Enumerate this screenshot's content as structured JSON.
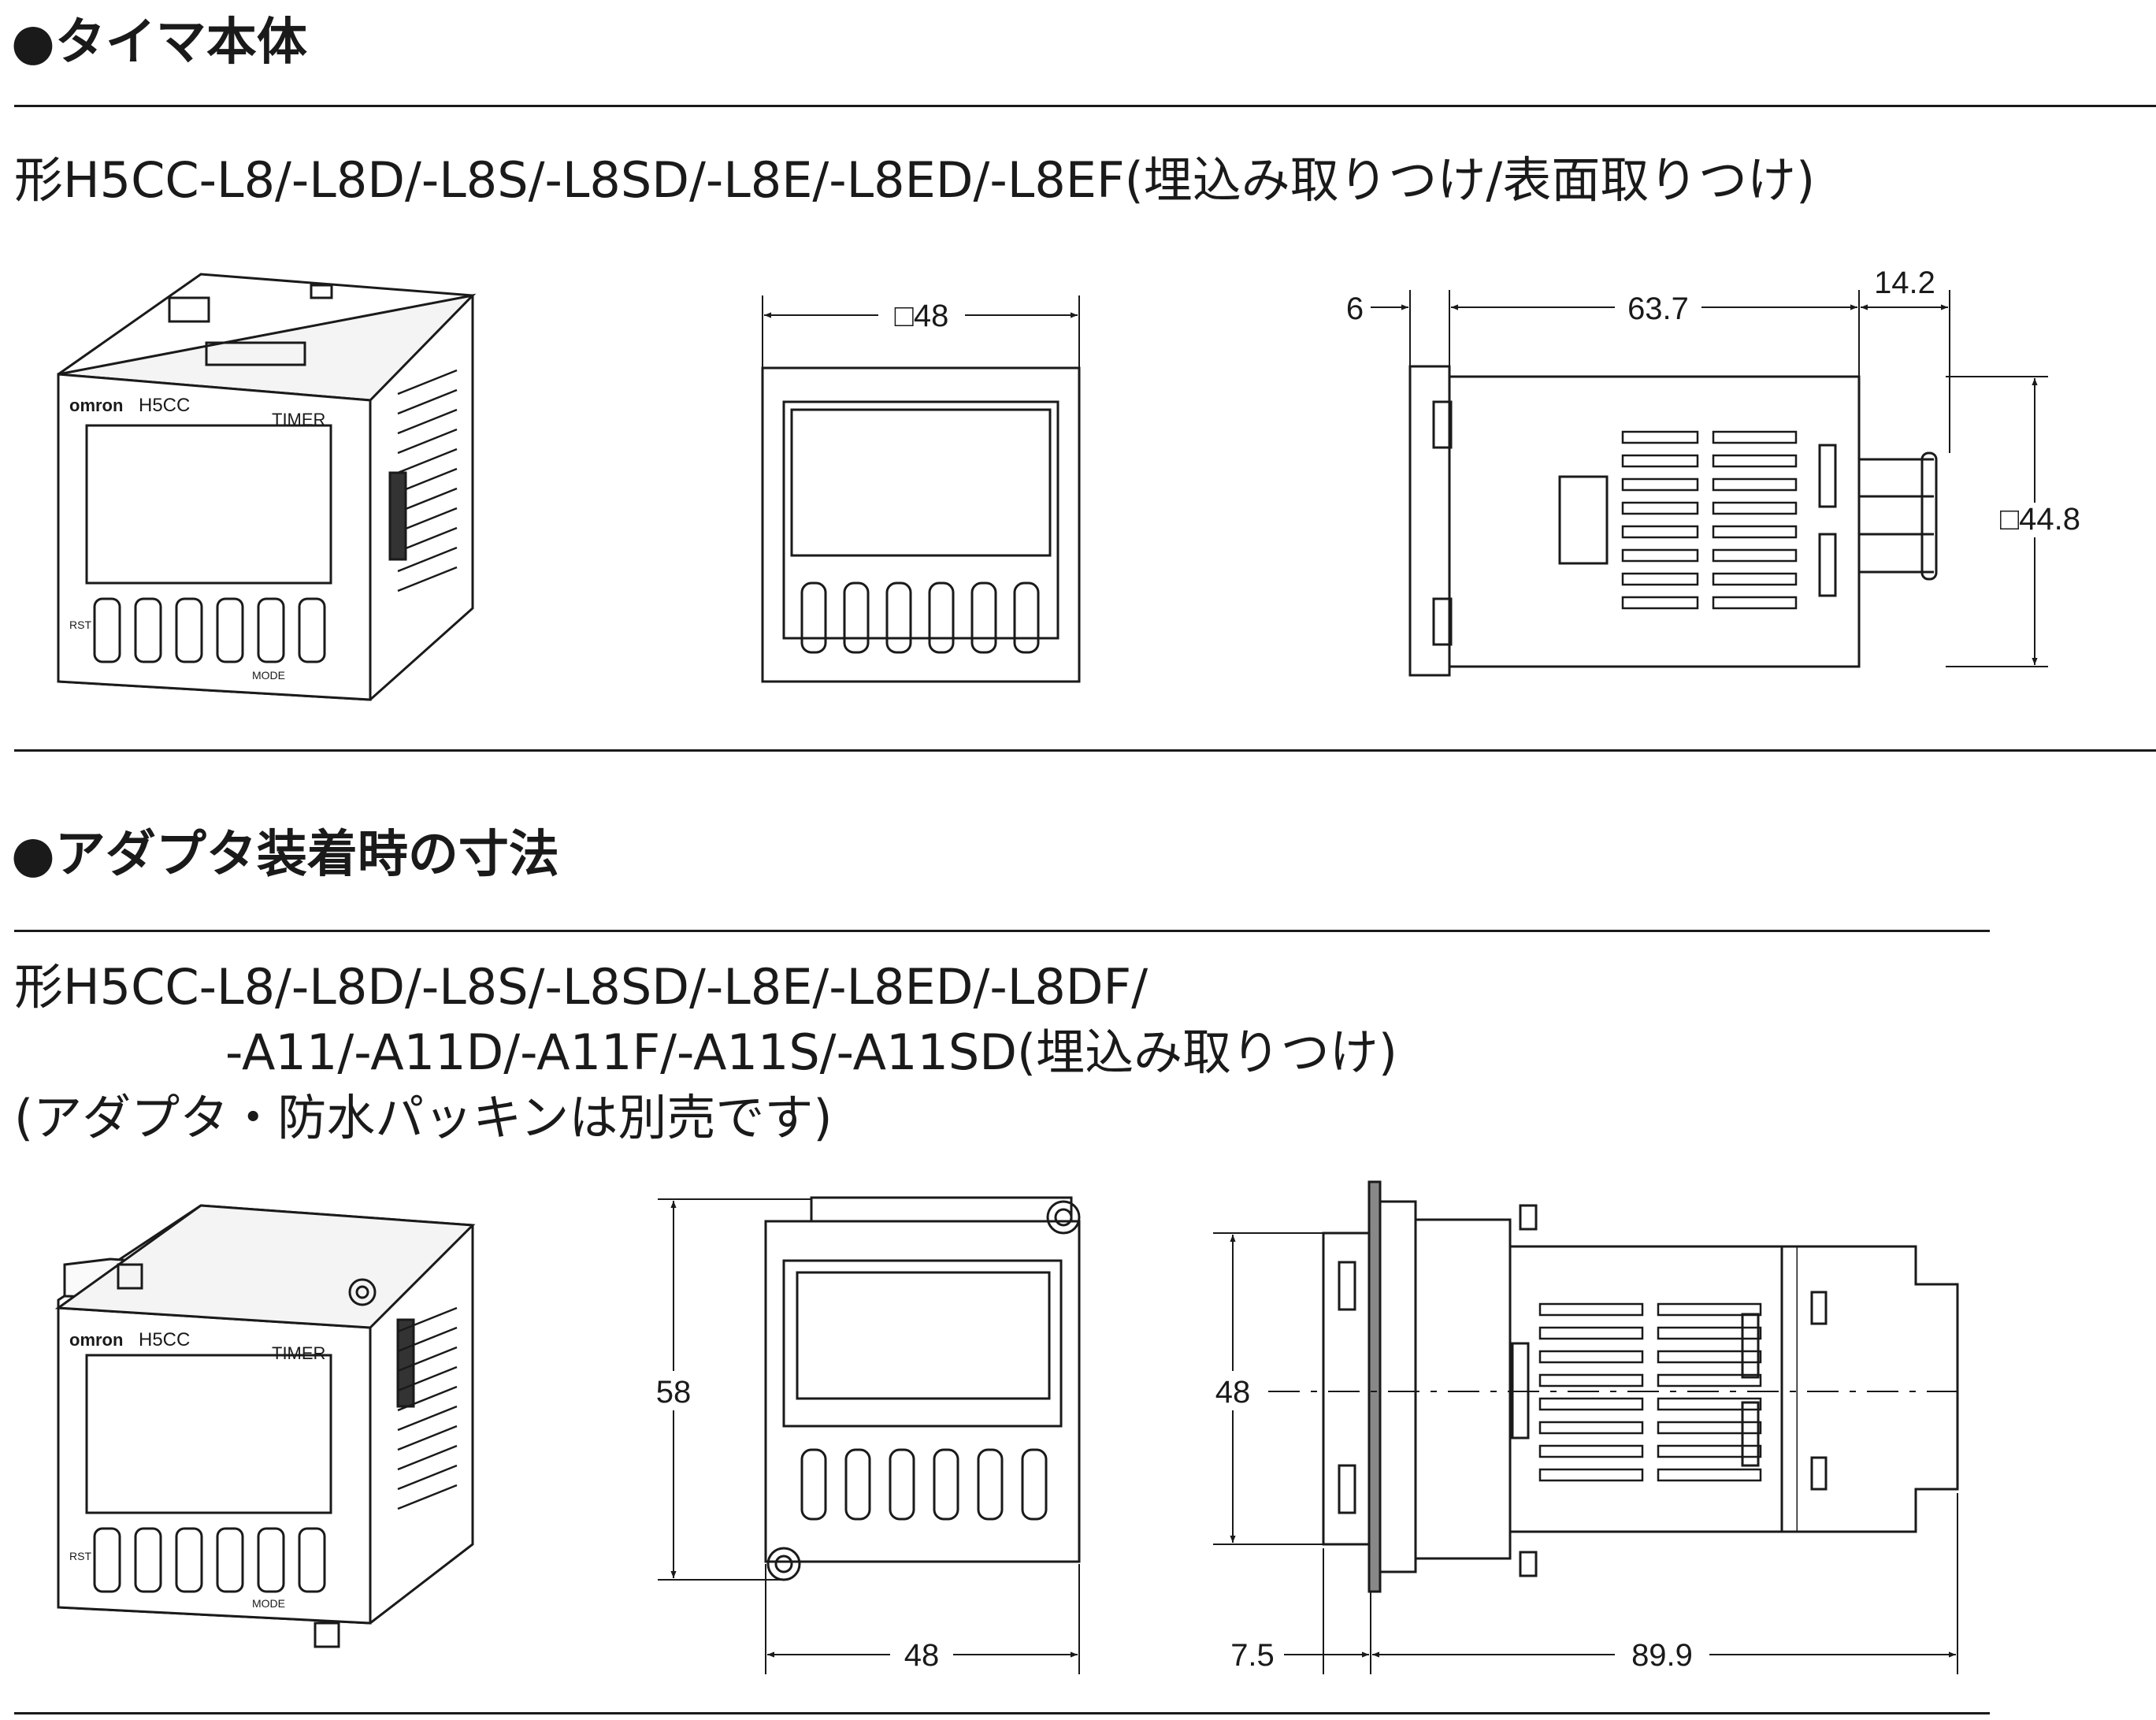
{
  "section1": {
    "title": "●タイマ本体",
    "model": "形H5CC-L8/-L8D/-L8S/-L8SD/-L8E/-L8ED/-L8EF(埋込み取りつけ/表面取りつけ)",
    "front_dim": "□48",
    "side_dims": {
      "flange": "6",
      "depth": "63.7",
      "pins": "14.2",
      "height": "□44.8"
    },
    "product_labels": {
      "brand": "omron",
      "model": "H5CC",
      "type": "TIMER",
      "mode": "MODE",
      "reset": "RST"
    }
  },
  "section2": {
    "title": "●アダプタ装着時の寸法",
    "model_line1": "形H5CC-L8/-L8D/-L8S/-L8SD/-L8E/-L8ED/-L8DF/",
    "model_line2": "-A11/-A11D/-A11F/-A11S/-A11SD(埋込み取りつけ)",
    "note": "(アダプタ・防水パッキンは別売です)",
    "front_dims": {
      "height": "58",
      "width": "48"
    },
    "side_dims": {
      "height": "48",
      "flange": "7.5",
      "depth": "89.9"
    },
    "product_labels": {
      "brand": "omron",
      "model": "H5CC",
      "type": "TIMER",
      "mode": "MODE",
      "reset": "RST"
    }
  }
}
